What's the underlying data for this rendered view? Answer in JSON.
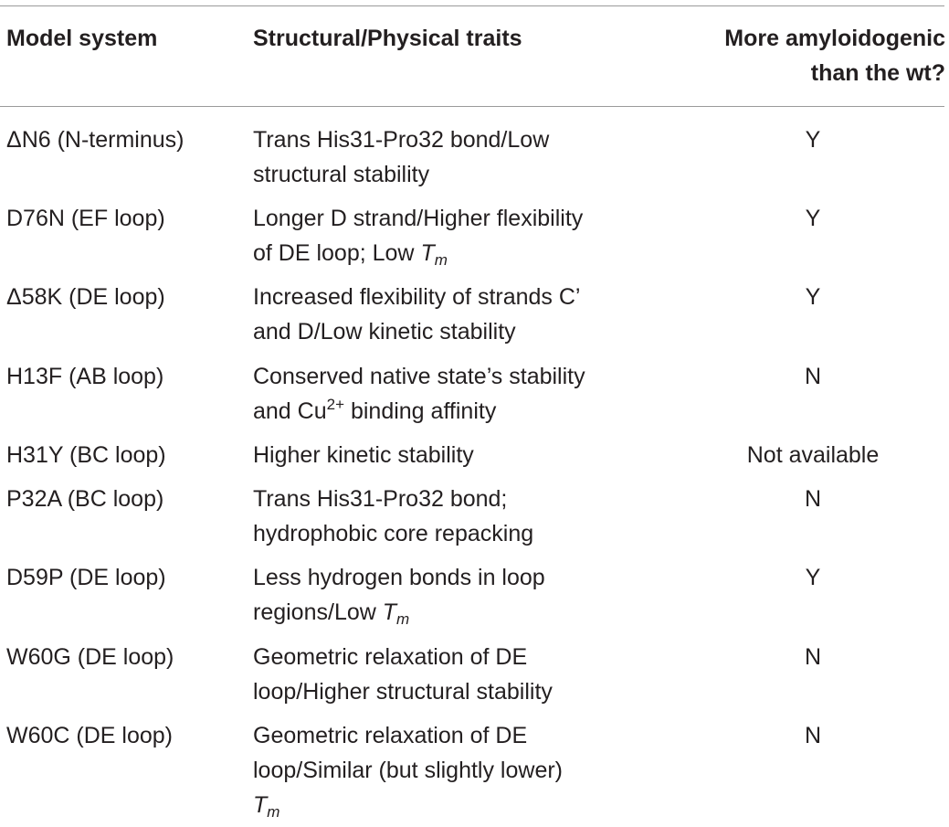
{
  "table": {
    "headers": {
      "model": "Model system",
      "traits": "Structural/Physical traits",
      "amyloid_line1": "More amyloidogenic",
      "amyloid_line2": "than the wt?"
    },
    "rows": [
      {
        "model": "ΔN6 (N-terminus)",
        "traits_l1": "Trans His31-Pro32 bond/Low",
        "traits_l2": "structural stability",
        "amyloidogenic": "Y"
      },
      {
        "model": "D76N (EF loop)",
        "traits_l1": "Longer D strand/Higher flexibility",
        "traits_l2_pre": "of DE loop; Low ",
        "traits_l2_sym": "T",
        "traits_l2_sub": "m",
        "amyloidogenic": "Y"
      },
      {
        "model": "Δ58K (DE loop)",
        "traits_l1": "Increased flexibility of strands C’",
        "traits_l2": "and D/Low kinetic stability",
        "amyloidogenic": "Y"
      },
      {
        "model": "H13F (AB loop)",
        "traits_l1": "Conserved native state’s stability",
        "traits_l2_pre": "and Cu",
        "traits_l2_sup": "2+",
        "traits_l2_post": " binding affinity",
        "amyloidogenic": "N"
      },
      {
        "model": "H31Y (BC loop)",
        "traits_l1": "Higher kinetic stability",
        "amyloidogenic": "Not available"
      },
      {
        "model": "P32A (BC loop)",
        "traits_l1": "Trans His31-Pro32 bond;",
        "traits_l2": "hydrophobic core repacking",
        "amyloidogenic": "N"
      },
      {
        "model": "D59P (DE loop)",
        "traits_l1": "Less hydrogen bonds in loop",
        "traits_l2_pre": "regions/Low ",
        "traits_l2_sym": "T",
        "traits_l2_sub": "m",
        "amyloidogenic": "Y"
      },
      {
        "model": "W60G (DE loop)",
        "traits_l1": "Geometric relaxation of DE",
        "traits_l2": "loop/Higher structural stability",
        "amyloidogenic": "N"
      },
      {
        "model": "W60C (DE loop)",
        "traits_l1": "Geometric relaxation of DE",
        "traits_l2": "loop/Similar (but slightly lower)",
        "traits_l3_sym": "T",
        "traits_l3_sub": "m",
        "amyloidogenic": "N"
      }
    ]
  }
}
